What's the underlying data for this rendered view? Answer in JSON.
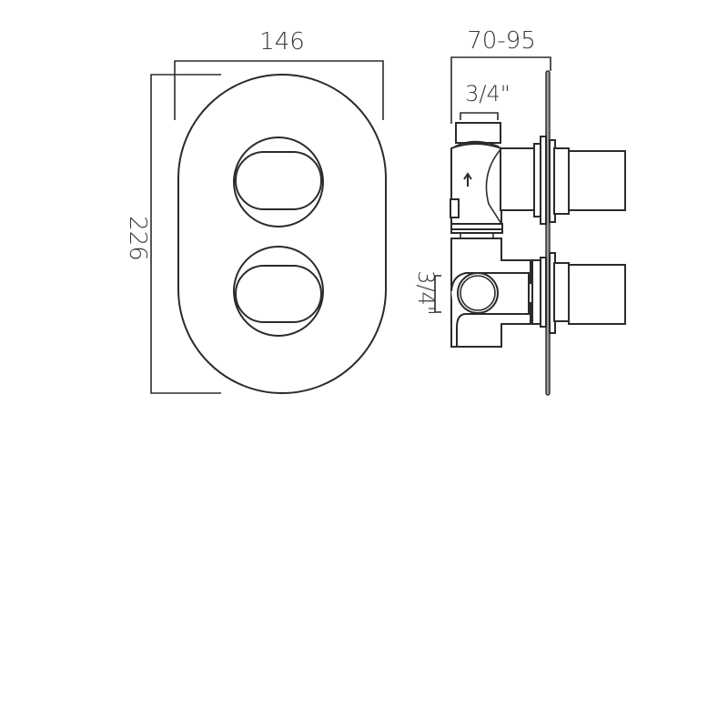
{
  "drawing": {
    "type": "technical-dimension-drawing",
    "subject": "concealed twin-control shower valve with oval plate",
    "line_color": "#2b2b2b",
    "background": "#ffffff"
  },
  "front_view": {
    "width_label": "146",
    "height_label": "226",
    "controls": [
      "upper-knob",
      "lower-knob"
    ]
  },
  "side_view": {
    "depth_label": "70-95",
    "top_inlet_label": "3/4\"",
    "side_outlet_label": "3/4\"",
    "flow_arrow": "up"
  }
}
